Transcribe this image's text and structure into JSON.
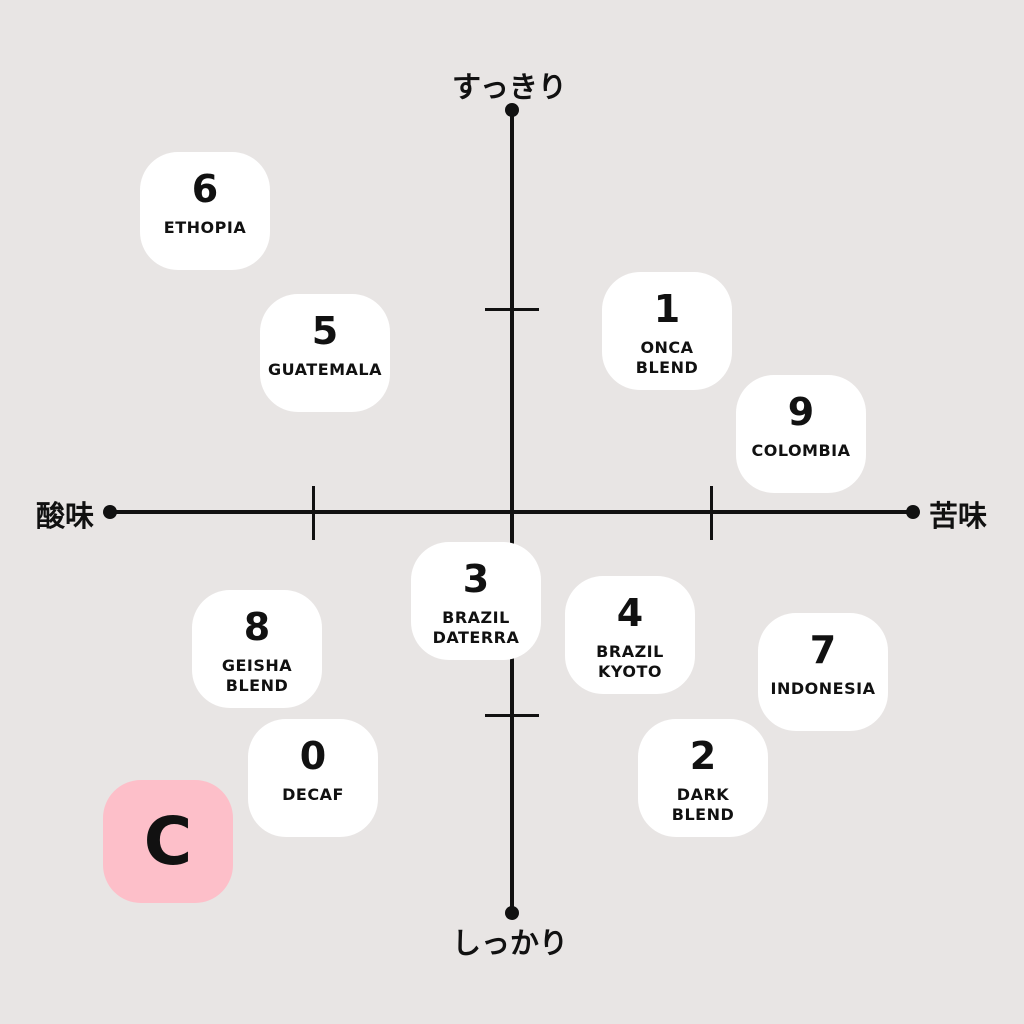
{
  "axes": {
    "top": "すっきり",
    "bottom": "しっかり",
    "left": "酸味",
    "right": "苦味"
  },
  "cards": [
    {
      "number": "6",
      "label": "ETHOPIA"
    },
    {
      "number": "5",
      "label": "GUATEMALA"
    },
    {
      "number": "1",
      "label": "ONCA\nBLEND"
    },
    {
      "number": "9",
      "label": "COLOMBIA"
    },
    {
      "number": "3",
      "label": "BRAZIL\nDATERRA"
    },
    {
      "number": "4",
      "label": "BRAZIL\nKYOTO"
    },
    {
      "number": "7",
      "label": "INDONESIA"
    },
    {
      "number": "8",
      "label": "GEISHA\nBLEND"
    },
    {
      "number": "0",
      "label": "DECAF"
    },
    {
      "number": "2",
      "label": "DARK\nBLEND"
    }
  ],
  "highlight": {
    "letter": "C",
    "color": "#fdbfc9"
  }
}
